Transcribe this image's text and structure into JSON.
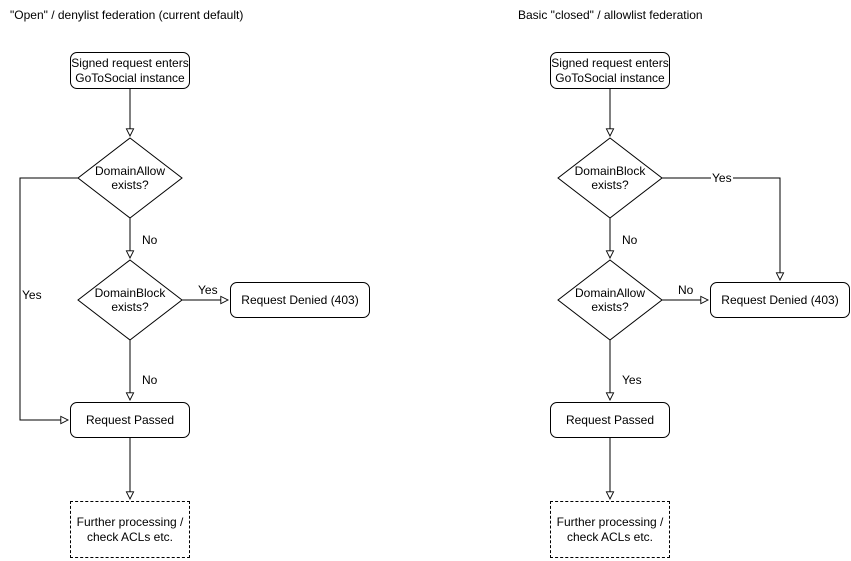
{
  "diagrams": {
    "left": {
      "title": "\"Open\" / denylist federation (current default)",
      "start": "Signed request enters\nGoToSocial instance",
      "decision1": "DomainAllow\nexists?",
      "decision2": "DomainBlock\nexists?",
      "denied": "Request Denied (403)",
      "passed": "Request Passed",
      "further": "Further processing /\ncheck ACLs etc.",
      "labels": {
        "decision1_no": "No",
        "decision1_yes": "Yes",
        "decision2_yes": "Yes",
        "decision2_no": "No"
      }
    },
    "right": {
      "title": "Basic \"closed\" / allowlist federation",
      "start": "Signed request enters\nGoToSocial instance",
      "decision1": "DomainBlock\nexists?",
      "decision2": "DomainAllow\nexists?",
      "denied": "Request Denied (403)",
      "passed": "Request Passed",
      "further": "Further processing /\ncheck ACLs etc.",
      "labels": {
        "decision1_yes": "Yes",
        "decision1_no": "No",
        "decision2_no": "No",
        "decision2_yes": "Yes"
      }
    }
  }
}
